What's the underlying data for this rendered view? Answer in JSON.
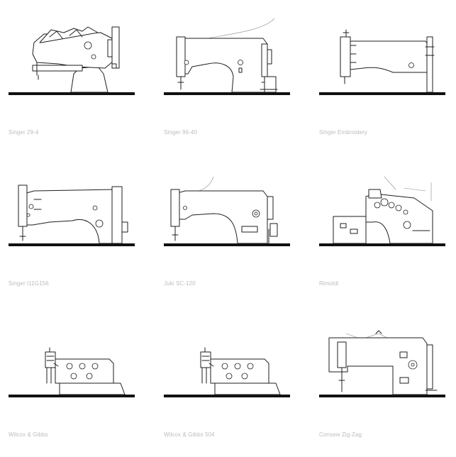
{
  "machines": [
    {
      "id": "singer-29-4",
      "name": "Singer 29-4"
    },
    {
      "id": "singer-96-40",
      "name": "Singer 96-40"
    },
    {
      "id": "singer-embroidery",
      "name": "Singer Embroidery"
    },
    {
      "id": "singer-111g156",
      "name": "Singer I11G156"
    },
    {
      "id": "juki-sc-120",
      "name": "Juki SC-120"
    },
    {
      "id": "rimoldi",
      "name": "Rimoldi"
    },
    {
      "id": "wilcox-gibbs",
      "name": "Wilcox & Gibbs"
    },
    {
      "id": "wilcox-gibbs-504",
      "name": "Wilcox & Gibbs 504"
    },
    {
      "id": "consew-zig-zag",
      "name": "Consew Zig-Zag"
    }
  ]
}
